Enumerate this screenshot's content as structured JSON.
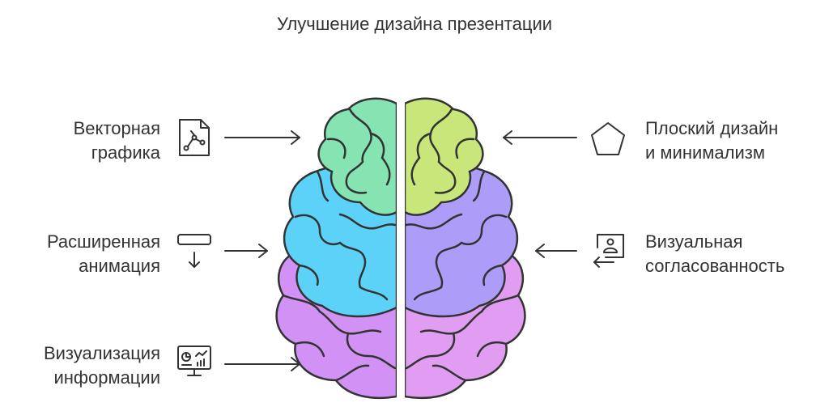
{
  "title": "Улучшение дизайна презентации",
  "colors": {
    "green": "#86e3b2",
    "lime": "#c8e67a",
    "blue": "#5cd2f9",
    "violet": "#ad9df9",
    "purple": "#d291f5",
    "pink": "#e19df2",
    "outline": "#333333"
  },
  "items": {
    "vector": {
      "line1": "Векторная",
      "line2": "графика",
      "icon": "vector-file-icon"
    },
    "flat": {
      "line1": "Плоский дизайн",
      "line2": "и минимализм",
      "icon": "pentagon-icon"
    },
    "animation": {
      "line1": "Расширенная",
      "line2": "анимация",
      "icon": "animation-icon"
    },
    "consistency": {
      "line1": "Визуальная",
      "line2": "согласованность",
      "icon": "user-badge-icon"
    },
    "infographics": {
      "line1": "Визуализация",
      "line2": "информации",
      "icon": "dashboard-monitor-icon"
    }
  }
}
